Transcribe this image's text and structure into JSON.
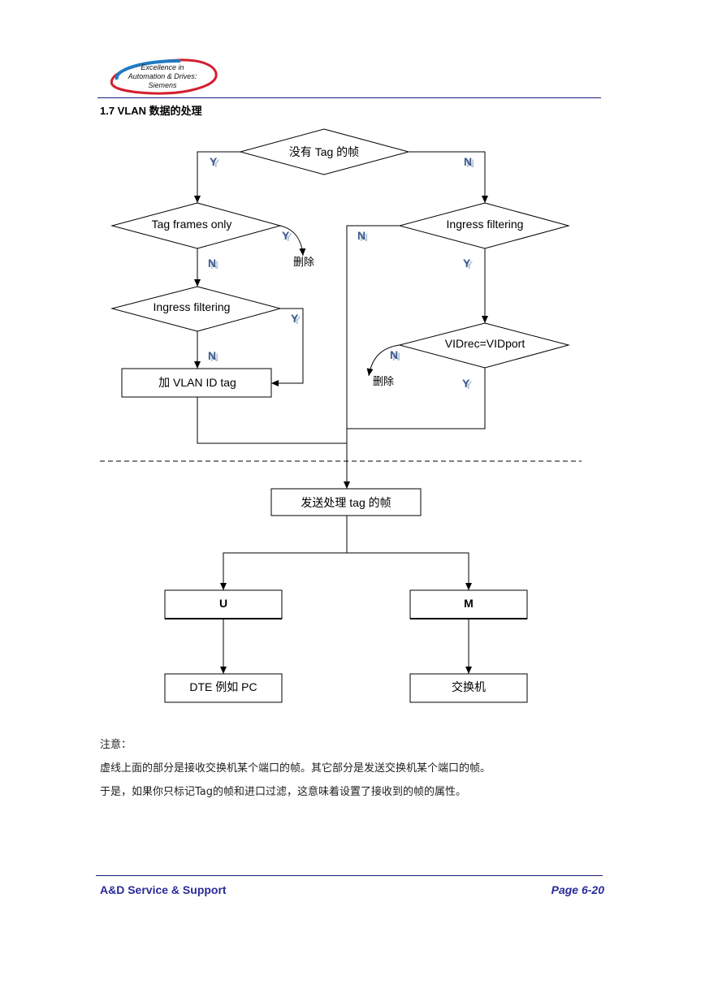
{
  "header": {
    "logo_lines": [
      "Excellence in",
      "Automation & Drives:",
      "Siemens"
    ],
    "section_title": "1.7 VLAN 数据的处理"
  },
  "diagram": {
    "d1": "没有 Tag 的帧",
    "d2": "Tag frames only",
    "d3": "Ingress filtering",
    "d4": "Ingress filtering",
    "d5": "VIDrec=VIDport",
    "box_add_tag": "加 VLAN ID tag",
    "box_send": "发送处理 tag 的帧",
    "box_u": "U",
    "box_m": "M",
    "box_dte": "DTE 例如 PC",
    "box_switch": "交换机",
    "delete1": "删除",
    "delete2": "删除",
    "y": "Y",
    "n": "N"
  },
  "notes": {
    "line1": "注意：",
    "line2": "虚线上面的部分是接收交换机某个端口的帧。其它部分是发送交换机某个端口的帧。",
    "line3": "于是，如果你只标记Tag的帧和进口过滤，这意味着设置了接收到的帧的属性。"
  },
  "footer": {
    "left": "A&D Service & Support",
    "right": "Page 6-20"
  },
  "colors": {
    "rule": "#1a1a7a",
    "footer_text": "#2a2a9a",
    "logo_swoosh_red": "#d2202f",
    "logo_swoosh_blue": "#1f7bc1",
    "yn_label": "#3a5a8c"
  }
}
